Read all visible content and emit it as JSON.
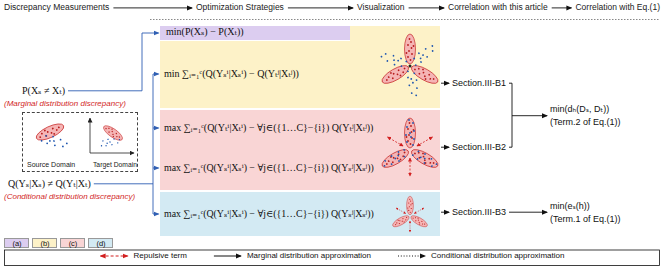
{
  "diagram": {
    "nodes": [
      {
        "text": [
          "Source Domain",
          "Target Domain"
        ]
      },
      {
        "text": [
          "min(P(Xₛ) − P(Xₜ))"
        ]
      },
      {
        "text": [
          "min ∑ᵢ₌₁ᶜ(Q(Yₛⁱ|Xₛⁱ) − Q(Yₜʲ|Xₜʲ))"
        ]
      },
      {
        "text": [
          "max ∑ᵢ₌₁ᶜ(Q(Yₜⁱ|Xₜⁱ) − ∀j∈({1…C}−{i}) Q(Yₜʲ|Xₜʲ))",
          "max ∑ᵢ₌₁ᶜ(Q(Yₛⁱ|Xₛⁱ) − ∀j∈({1…C}−{i}) Q(Yₛʲ|Xₛʲ))"
        ]
      },
      {
        "text": [
          "max ∑ᵢ₌₁ᶜ(Q(Yₛⁱ|Xₛⁱ) − ∀j∈({1…C}−{i}) Q(Yₛʲ|Xₛʲ))"
        ]
      }
    ],
    "labels": [
      "Discrepancy Measurements",
      "Optimization Strategies",
      "Visualization",
      "Correlation with this article",
      "Correlation with Eq.(1)",
      "P(Xₛ ≠ Xₜ)",
      "(Marginal distribution discrepancy)",
      "Q(Yₛ|Xₛ) ≠ Q(Yₜ|Xₜ)",
      "(Conditional distribution discrepancy)",
      "Section.III-B1",
      "Section.III-B2",
      "Section.III-B3",
      "min(dₕ(Dₛ, Dₜ))",
      "(Term.2 of Eq.(1))",
      "min(eₛ(h))",
      "(Term.1 of Eq.(1))"
    ],
    "legend": [
      {
        "text": "(a)",
        "color": "#dccdf0"
      },
      {
        "text": "(b)",
        "color": "#fdf2c8"
      },
      {
        "text": "(c)",
        "color": "#f9d5d5"
      },
      {
        "text": "(d)",
        "color": "#d3eaf3"
      },
      {
        "text": "Repulsive term"
      },
      {
        "text": "Marginal distribution approximation"
      },
      {
        "text": "Conditional distribution approximation"
      }
    ]
  }
}
